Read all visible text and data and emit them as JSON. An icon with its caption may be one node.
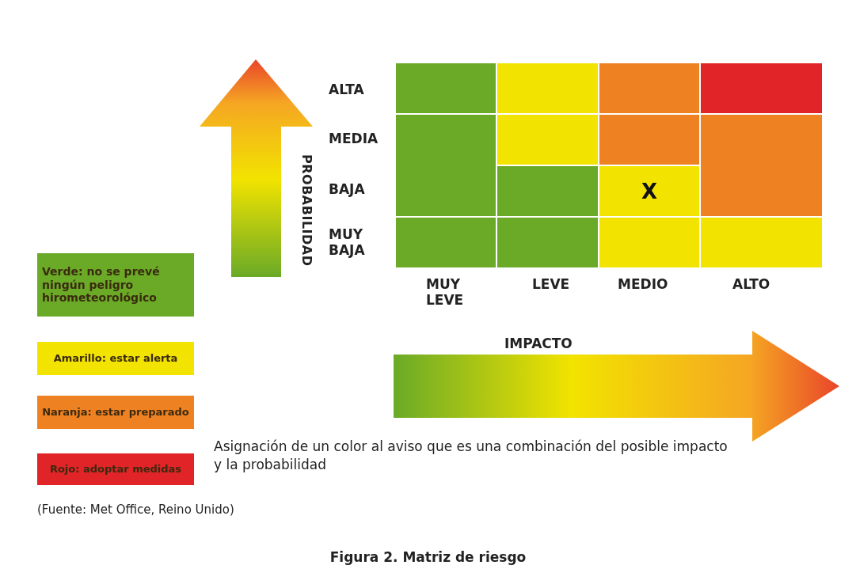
{
  "diagram": {
    "caption": "Figura 2. Matriz de riesgo",
    "labels": [
      "PROBABILIDAD",
      "ALTA",
      "MEDIA",
      "BAJA",
      "X",
      "MUY BAJA",
      "MUY LEVE",
      "LEVE",
      "MEDIO",
      "ALTO",
      "IMPACTO",
      "Asignación de un color al aviso que es una combinación del posible impacto y la probabilidad",
      "(Fuente: Met Office, Reino Unido)"
    ],
    "legend": [
      {
        "text": "Verde: no se prevé ningún peligro hirometeorológico",
        "color": "#6aaa27"
      },
      {
        "text": "Amarillo: estar alerta",
        "color": "#f2e300"
      },
      {
        "text": "Naranja: estar preparado",
        "color": "#ee8121"
      },
      {
        "text": "Rojo: adoptar medidas",
        "color": "#e02427"
      }
    ]
  }
}
